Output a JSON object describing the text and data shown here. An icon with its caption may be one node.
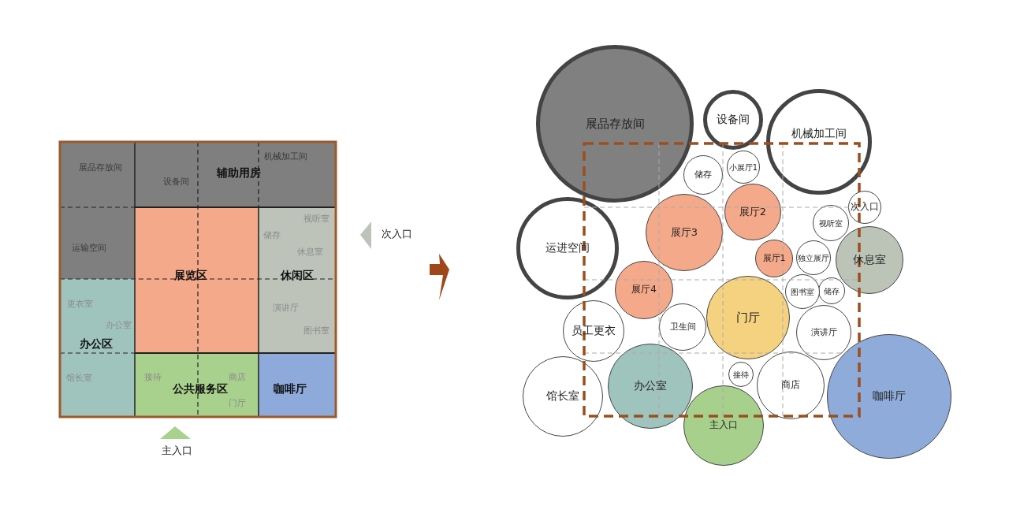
{
  "diagram": {
    "nodes": [
      {
        "text": [
          "展品存放间",
          "设备间",
          "辅助用房",
          "机械加工间"
        ]
      },
      {
        "text": [
          "运输空间"
        ]
      },
      {
        "text": [
          "展览区"
        ]
      },
      {
        "text": [
          "视听室",
          "储存",
          "休息室",
          "休闲区",
          "演讲厅",
          "图书室"
        ]
      },
      {
        "text": [
          "更衣室",
          "办公室",
          "办公区",
          "馆长室"
        ]
      },
      {
        "text": [
          "接待",
          "商店",
          "公共服务区",
          "门厅"
        ]
      },
      {
        "text": [
          "咖啡厅"
        ]
      },
      {
        "text": [
          "展品存放间"
        ]
      },
      {
        "text": [
          "设备间"
        ]
      },
      {
        "text": [
          "机械加工间"
        ]
      },
      {
        "text": [
          "小展厅1"
        ]
      },
      {
        "text": [
          "储存"
        ]
      },
      {
        "text": [
          "次入口"
        ]
      },
      {
        "text": [
          "展厅2"
        ]
      },
      {
        "text": [
          "视听室"
        ]
      },
      {
        "text": [
          "展厅3"
        ]
      },
      {
        "text": [
          "运进空间"
        ]
      },
      {
        "text": [
          "展厅1"
        ]
      },
      {
        "text": [
          "独立展厅"
        ]
      },
      {
        "text": [
          "休息室"
        ]
      },
      {
        "text": [
          "展厅4"
        ]
      },
      {
        "text": [
          "储存"
        ]
      },
      {
        "text": [
          "图书室"
        ]
      },
      {
        "text": [
          "门厅"
        ]
      },
      {
        "text": [
          "卫生间"
        ]
      },
      {
        "text": [
          "员工更衣"
        ]
      },
      {
        "text": [
          "演讲厅"
        ]
      },
      {
        "text": [
          "接待"
        ]
      },
      {
        "text": [
          "商店"
        ]
      },
      {
        "text": [
          "办公室"
        ]
      },
      {
        "text": [
          "馆长室"
        ]
      },
      {
        "text": [
          "咖啡厅"
        ]
      },
      {
        "text": [
          "主入口"
        ]
      }
    ],
    "edges": [],
    "labels": [
      "次入口",
      "主入口"
    ]
  }
}
